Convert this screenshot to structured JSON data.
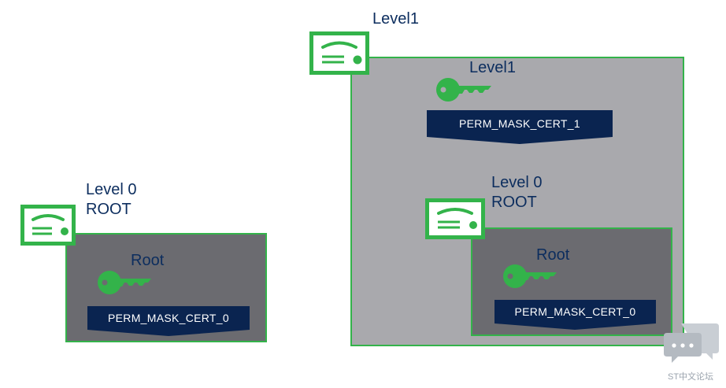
{
  "left_group": {
    "cert_label_line1": "Level 0",
    "cert_label_line2": "ROOT",
    "key_label": "Root",
    "mask_label": "PERM_MASK_CERT_0"
  },
  "right_group": {
    "cert_label": "Level1",
    "key_label": "Level1",
    "mask_label": "PERM_MASK_CERT_1",
    "inner": {
      "cert_label_line1": "Level 0",
      "cert_label_line2": "ROOT",
      "key_label": "Root",
      "mask_label": "PERM_MASK_CERT_0"
    }
  },
  "watermark": {
    "text": "ST中文论坛"
  },
  "colors": {
    "green": "#33b34a",
    "navy": "#0a2450",
    "light_gray": "#a9a9ad",
    "dark_gray": "#6b6b70"
  }
}
